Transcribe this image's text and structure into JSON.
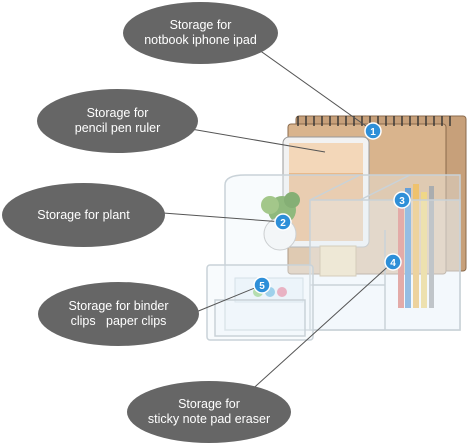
{
  "callouts": [
    {
      "line1": "Storage for",
      "line2": "notbook iphone ipad"
    },
    {
      "line1": "Storage for",
      "line2": "pencil pen ruler"
    },
    {
      "line1": "Storage for plant",
      "line2": ""
    },
    {
      "line1": "Storage for binder",
      "line2": "clips   paper clips"
    },
    {
      "line1": "Storage for",
      "line2": "sticky note pad eraser"
    }
  ],
  "markers": [
    "1",
    "2",
    "3",
    "4",
    "5"
  ],
  "colors": {
    "callout_bg": "#666666",
    "marker": "#2e8fd8",
    "leader_line": "#555555",
    "acrylic_edge": "#c9d2d8"
  }
}
